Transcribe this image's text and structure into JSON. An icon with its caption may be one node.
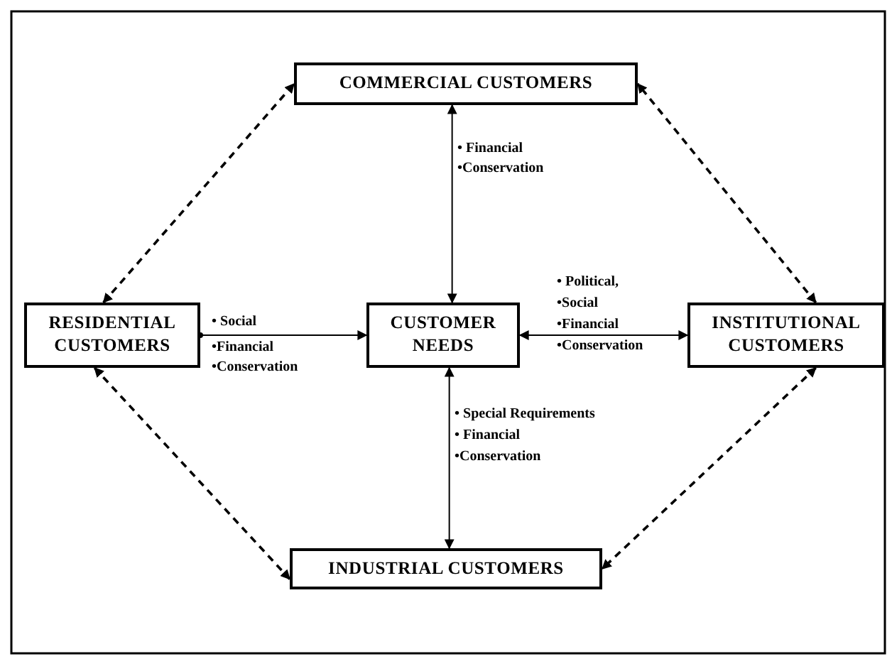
{
  "diagram": {
    "nodes": [
      {
        "text": [
          "COMMERCIAL CUSTOMERS"
        ]
      },
      {
        "text": [
          "RESIDENTIAL CUSTOMERS"
        ]
      },
      {
        "text": [
          "CUSTOMER NEEDS"
        ]
      },
      {
        "text": [
          "INSTITUTIONAL CUSTOMERS"
        ]
      },
      {
        "text": [
          "INDUSTRIAL CUSTOMERS"
        ]
      }
    ],
    "edges": [
      {
        "from": 1,
        "to": 0,
        "arrow": "both",
        "style": "dashed"
      },
      {
        "from": 3,
        "to": 0,
        "arrow": "both",
        "style": "dashed"
      },
      {
        "from": 1,
        "to": 4,
        "arrow": "both",
        "style": "dashed"
      },
      {
        "from": 3,
        "to": 4,
        "arrow": "both",
        "style": "dashed"
      },
      {
        "from": 0,
        "to": 2,
        "arrow": "both"
      },
      {
        "from": 1,
        "to": 2,
        "arrow": "to"
      },
      {
        "from": 3,
        "to": 2,
        "arrow": "both"
      },
      {
        "from": 2,
        "to": 4,
        "arrow": "both"
      }
    ],
    "labels": [
      "• Financial",
      "•Conservation",
      "• Social",
      "•Financial",
      "•Conservation",
      "• Political,",
      "•Social",
      "•Financial",
      "•Conservation",
      "• Special Requirements",
      "• Financial",
      "•Conservation"
    ]
  }
}
